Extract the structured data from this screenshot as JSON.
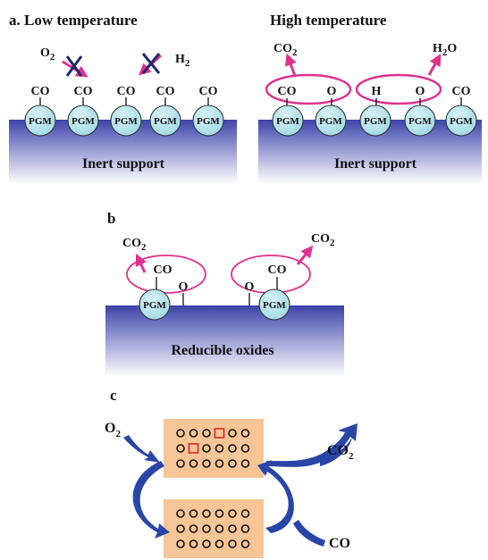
{
  "panel_a": {
    "label": "a. Low temperature",
    "o2": "O",
    "o2_sub": "2",
    "h2": "H",
    "h2_sub": "2",
    "co": "CO",
    "pgm": "PGM",
    "support": "Inert support"
  },
  "panel_a_high": {
    "label": "High temperature",
    "co2": "CO",
    "co2_sub": "2",
    "h2o": "H",
    "h2o_sub": "2",
    "h2o_tail": "O",
    "co": "CO",
    "o": "O",
    "h": "H",
    "pgm": "PGM",
    "support": "Inert support"
  },
  "panel_b": {
    "label": "b",
    "co2": "CO",
    "co2_sub": "2",
    "co": "CO",
    "o": "O",
    "pgm": "PGM",
    "support": "Reducible oxides"
  },
  "panel_c": {
    "label": "c",
    "o2": "O",
    "o2_sub": "2",
    "co2": "CO",
    "co2_sub": "2",
    "co": "CO"
  },
  "colors": {
    "magenta": "#e0318f",
    "arrow_blue": "#2a45a8",
    "bubble": "#aee1ea",
    "support": "#3d43a6",
    "oxide_box": "#f8c596",
    "vacancy": "#e0241f",
    "cross": "#25286e"
  }
}
